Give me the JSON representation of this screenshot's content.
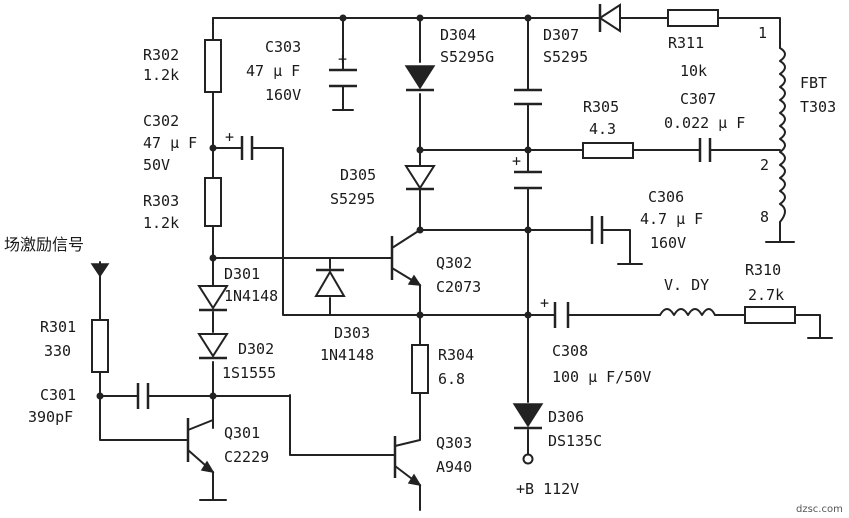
{
  "input_label": "场激励信号",
  "components": {
    "R301": {
      "ref": "R301",
      "value": "330"
    },
    "R302": {
      "ref": "R302",
      "value": "1.2k"
    },
    "R303": {
      "ref": "R303",
      "value": "1.2k"
    },
    "R304": {
      "ref": "R304",
      "value": "6.8"
    },
    "R305": {
      "ref": "R305",
      "value": "4.3"
    },
    "R310": {
      "ref": "R310",
      "value": "2.7k"
    },
    "R311": {
      "ref": "R311",
      "value": "10k"
    },
    "C301": {
      "ref": "C301",
      "value": "390pF"
    },
    "C302": {
      "ref": "C302",
      "value": "47 μ F",
      "voltage": "50V"
    },
    "C303": {
      "ref": "C303",
      "value": "47 μ F",
      "voltage": "160V"
    },
    "C306": {
      "ref": "C306",
      "value": "4.7 μ F",
      "voltage": "160V"
    },
    "C307": {
      "ref": "C307",
      "value": "0.022 μ F"
    },
    "C308": {
      "ref": "C308",
      "value": "100 μ F/50V"
    },
    "D301": {
      "ref": "D301",
      "value": "1N4148"
    },
    "D302": {
      "ref": "D302",
      "value": "1S1555"
    },
    "D303": {
      "ref": "D303",
      "value": "1N4148"
    },
    "D304": {
      "ref": "D304",
      "value": "S5295G"
    },
    "D305": {
      "ref": "D305",
      "value": "S5295"
    },
    "D306": {
      "ref": "D306",
      "value": "DS135C"
    },
    "D307": {
      "ref": "D307",
      "value": "S5295"
    },
    "Q301": {
      "ref": "Q301",
      "value": "C2229"
    },
    "Q302": {
      "ref": "Q302",
      "value": "C2073"
    },
    "Q303": {
      "ref": "Q303",
      "value": "A940"
    },
    "FBT": {
      "ref": "FBT",
      "value": "T303",
      "pins": [
        "1",
        "2",
        "8"
      ]
    },
    "VDY": {
      "ref": "V. DY"
    }
  },
  "supply_label": "+B 112V",
  "watermark": "dzsc.com"
}
